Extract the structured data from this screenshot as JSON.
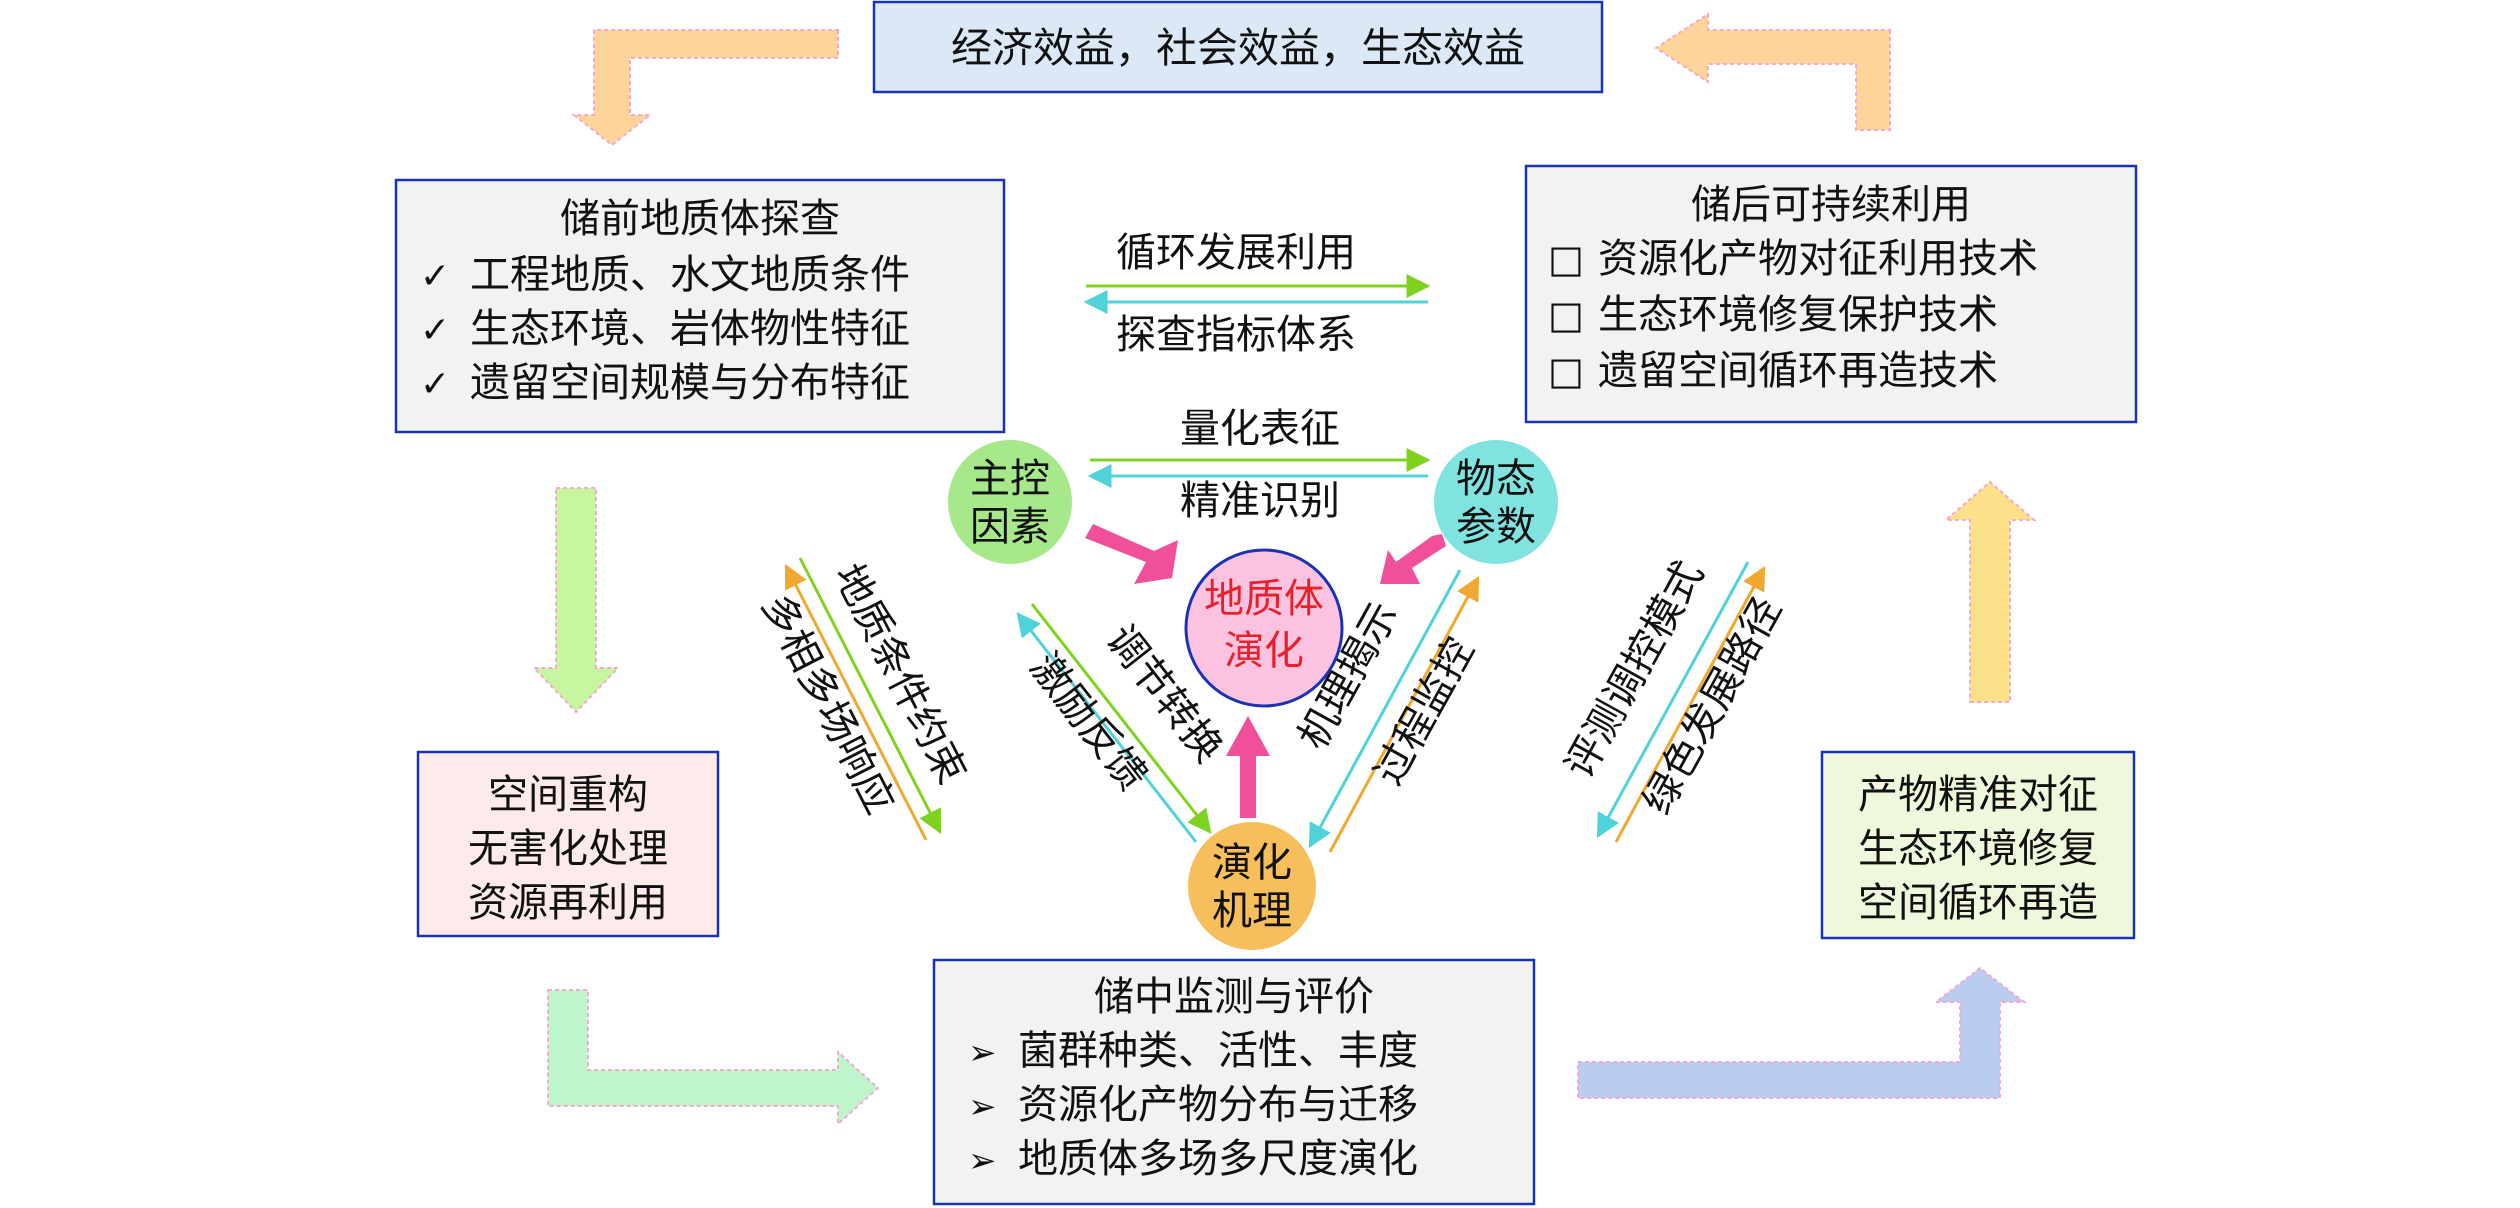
{
  "top_box": {
    "text": "经济效益，社会效益，生态效益"
  },
  "pre_storage": {
    "title": "储前地质体探查",
    "bullet_symbol": "✓",
    "items": [
      "工程地质、水文地质条件",
      "生态环境、岩体物性特征",
      "遗留空间规模与分布特征"
    ]
  },
  "post_storage": {
    "title": "储后可持续利用",
    "bullet_symbol": "□",
    "items": [
      "资源化产物对征利用技术",
      "生态环境修复保护技术",
      "遗留空间循环再造技术"
    ]
  },
  "left_box": {
    "lines": [
      "空间重构",
      "无害化处理",
      "资源再利用"
    ]
  },
  "right_box": {
    "lines": [
      "产物精准对征",
      "生态环境修复",
      "空间循环再造"
    ]
  },
  "mid_storage": {
    "title": "储中监测与评价",
    "bullet_symbol": "➢",
    "items": [
      "菌群种类、活性、丰度",
      "资源化产物分布与迁移",
      "地质体多场多尺度演化"
    ]
  },
  "center_arrows": {
    "top_label_upper": "循环发展利用",
    "top_label_lower": "探查指标体系",
    "mid_label_upper": "量化表征",
    "mid_label_lower": "精准识别"
  },
  "nodes": {
    "main_control": {
      "lines": [
        "主控",
        "因素"
      ],
      "color": "#a6e88a"
    },
    "physical_state": {
      "lines": [
        "物态",
        "参数"
      ],
      "color": "#80e3e0"
    },
    "evolution_mechanism": {
      "lines": [
        "演化",
        "机理"
      ],
      "color": "#f7bf5c"
    },
    "geobody_evolution": {
      "lines": [
        "地质体",
        "演化"
      ],
      "color": "#fbc3df",
      "text_color": "#e8202a"
    }
  },
  "diagonal_labels": {
    "left_outer_1": "地质条件约束",
    "left_outer_2": "多相多场响应",
    "left_inner_1": "调节转换",
    "left_inner_2": "激励反馈",
    "right_inner_1": "机理揭示",
    "right_inner_2": "过程监控",
    "right_outer_1": "评测调控模式",
    "right_outer_2": "绿色发展路径"
  },
  "colors": {
    "box_border": "#1a33b5",
    "top_box_fill": "#dce8f6",
    "gray_box_fill": "#f2f2f0",
    "left_box_fill": "#fcebea",
    "right_box_fill": "#eff8dc",
    "green_line": "#7ed321",
    "cyan_line": "#4fd2d8",
    "orange_line": "#f0a830",
    "pink_arrow": "#f0509a",
    "frame_orange": "#fdd49a",
    "frame_green": "#c8f5a0",
    "frame_mint": "#bff5cc",
    "frame_blue": "#b8cdf0",
    "frame_yellow": "#fde08a"
  }
}
